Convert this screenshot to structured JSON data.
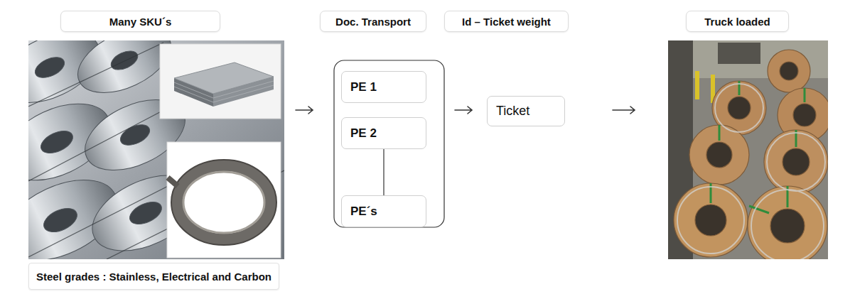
{
  "diagram": {
    "nodes": [
      {
        "text": [
          "Many SKU´s"
        ]
      },
      {
        "text": [
          "Doc. Transport"
        ]
      },
      {
        "text": [
          "Id – Ticket weight"
        ]
      },
      {
        "text": [
          "Truck loaded"
        ]
      },
      {
        "text": [
          "PE 1"
        ]
      },
      {
        "text": [
          "PE 2"
        ]
      },
      {
        "text": [
          "PE´s"
        ]
      },
      {
        "text": [
          "Ticket"
        ]
      },
      {
        "text": [
          "Steel grades : Stainless, Electrical and Carbon"
        ]
      }
    ],
    "edges": [
      {
        "from": 5,
        "to": 6,
        "arrow": "none"
      }
    ]
  }
}
